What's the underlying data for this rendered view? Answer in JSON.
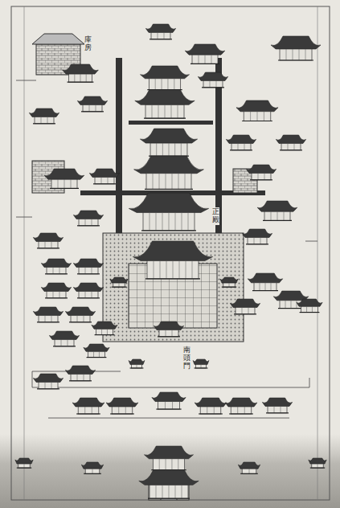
{
  "diagram": {
    "labels": [
      "庫房",
      "正殿",
      "南頭門"
    ]
  }
}
